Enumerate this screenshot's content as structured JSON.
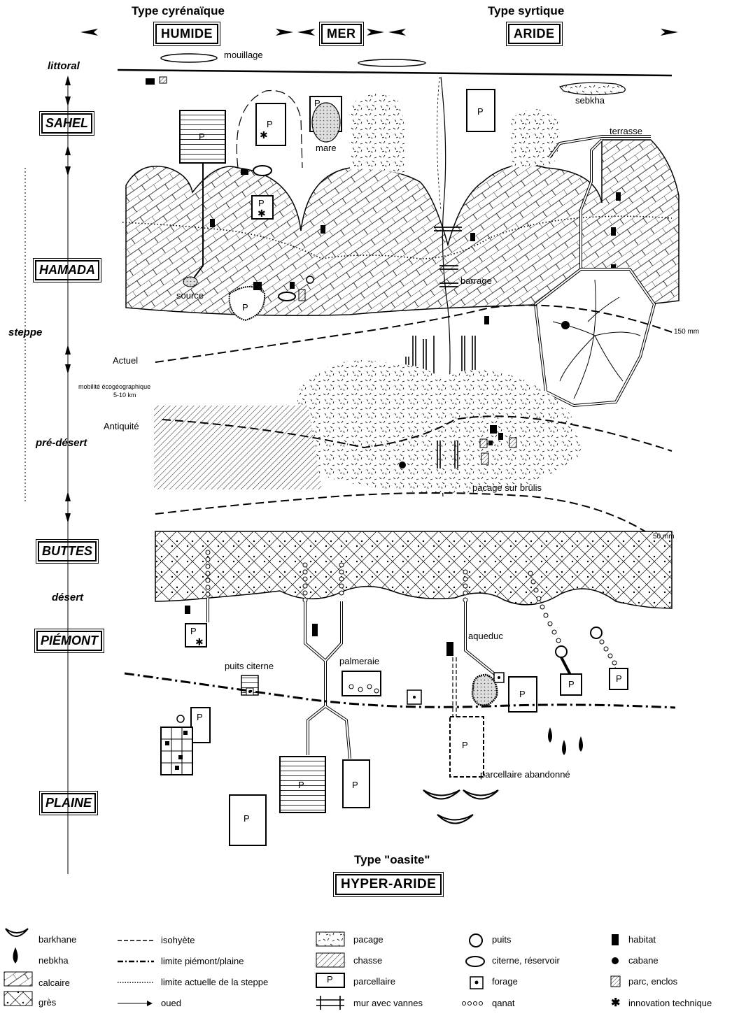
{
  "header": {
    "left_type": "Type cyrénaïque",
    "left_climate": "HUMIDE",
    "center_climate": "MER",
    "right_type": "Type syrtique",
    "right_climate": "ARIDE"
  },
  "zones": {
    "littoral": "littoral",
    "sahel": "SAHEL",
    "hamada": "HAMADA",
    "steppe": "steppe",
    "pre_desert": "pré-désert",
    "buttes": "BUTTES",
    "desert": "désert",
    "piemont": "PIÉMONT",
    "plaine": "PLAINE"
  },
  "map_labels": {
    "mouillage": "mouillage",
    "sebkha": "sebkha",
    "terrasse": "terrasse",
    "mare": "mare",
    "source": "source",
    "barrage": "barrage",
    "isohyete_150": "150 mm",
    "isohyete_50": "50 mm",
    "actuel": "Actuel",
    "mobilite": "mobilité écogéographique",
    "mobilite_dist": "5-10 km",
    "antiquite": "Antiquité",
    "pacage_brulis": "pacage sur brûlis",
    "aqueduc": "aqueduc",
    "puits_citerne": "puits citerne",
    "palmeraie": "palmeraie",
    "parcellaire_abandonne": "parcellaire abandonné",
    "p": "P"
  },
  "footer": {
    "type": "Type \"oasite\"",
    "climate": "HYPER-ARIDE"
  },
  "legend": {
    "col1": [
      "barkhane",
      "nebkha",
      "calcaire",
      "grès"
    ],
    "col2": [
      "isohyète",
      "limite piémont/plaine",
      "limite actuelle de la steppe",
      "oued"
    ],
    "col3": [
      "pacage",
      "chasse",
      "parcellaire",
      "mur avec vannes"
    ],
    "col4": [
      "puits",
      "citerne, réservoir",
      "forage",
      "qanat"
    ],
    "col5": [
      "habitat",
      "cabane",
      "parc, enclos",
      "innovation technique"
    ]
  }
}
